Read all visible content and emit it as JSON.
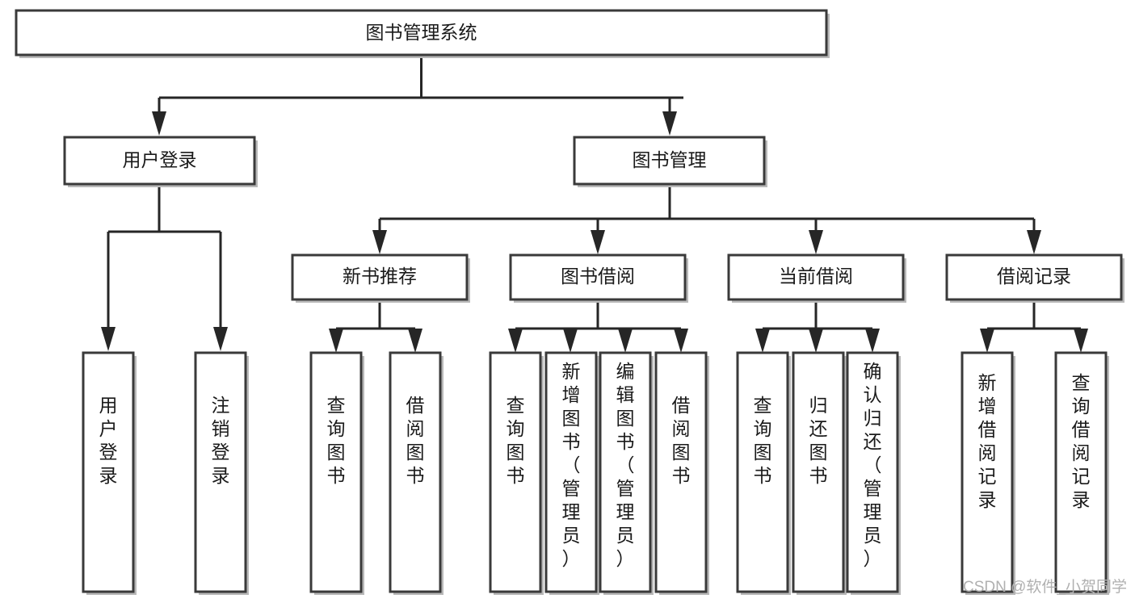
{
  "diagram": {
    "type": "hierarchy-tree",
    "title": "图书管理系统",
    "levels": [
      {
        "level": 1,
        "nodes": [
          {
            "id": "root",
            "label": "图书管理系统",
            "orientation": "horizontal"
          }
        ]
      },
      {
        "level": 2,
        "nodes": [
          {
            "id": "login",
            "label": "用户登录",
            "orientation": "horizontal",
            "parent": "root"
          },
          {
            "id": "bookmgmt",
            "label": "图书管理",
            "orientation": "horizontal",
            "parent": "root"
          }
        ]
      },
      {
        "level": 3,
        "nodes": [
          {
            "id": "newbook",
            "label": "新书推荐",
            "orientation": "horizontal",
            "parent": "bookmgmt"
          },
          {
            "id": "borrow",
            "label": "图书借阅",
            "orientation": "horizontal",
            "parent": "bookmgmt"
          },
          {
            "id": "current",
            "label": "当前借阅",
            "orientation": "horizontal",
            "parent": "bookmgmt"
          },
          {
            "id": "records",
            "label": "借阅记录",
            "orientation": "horizontal",
            "parent": "bookmgmt"
          }
        ]
      },
      {
        "level": 4,
        "nodes": [
          {
            "id": "leaf1",
            "label": "用户登录",
            "orientation": "vertical",
            "parent": "login"
          },
          {
            "id": "leaf2",
            "label": "注销登录",
            "orientation": "vertical",
            "parent": "login"
          },
          {
            "id": "leaf3",
            "label": "查询图书",
            "orientation": "vertical",
            "parent": "newbook"
          },
          {
            "id": "leaf4",
            "label": "借阅图书",
            "orientation": "vertical",
            "parent": "newbook"
          },
          {
            "id": "leaf5",
            "label": "查询图书",
            "orientation": "vertical",
            "parent": "borrow"
          },
          {
            "id": "leaf6",
            "label": "新增图书（管理员）",
            "orientation": "vertical",
            "parent": "borrow"
          },
          {
            "id": "leaf7",
            "label": "编辑图书（管理员）",
            "orientation": "vertical",
            "parent": "borrow"
          },
          {
            "id": "leaf8",
            "label": "借阅图书",
            "orientation": "vertical",
            "parent": "borrow"
          },
          {
            "id": "leaf9",
            "label": "查询图书",
            "orientation": "vertical",
            "parent": "current"
          },
          {
            "id": "leaf10",
            "label": "归还图书",
            "orientation": "vertical",
            "parent": "current"
          },
          {
            "id": "leaf11",
            "label": "确认归还（管理员）",
            "orientation": "vertical",
            "parent": "current"
          },
          {
            "id": "leaf12",
            "label": "新增借阅记录",
            "orientation": "vertical",
            "parent": "records"
          },
          {
            "id": "leaf13",
            "label": "查询借阅记录",
            "orientation": "vertical",
            "parent": "records"
          }
        ]
      }
    ],
    "colors": {
      "box_fill": "#ffffff",
      "box_stroke": "#3a3a3a",
      "connector": "#262626",
      "background": "#ffffff",
      "text": "#1a1a1a",
      "watermark": "#b0b0b0"
    }
  },
  "watermark": {
    "text": "CSDN @软件_小贺同学"
  }
}
